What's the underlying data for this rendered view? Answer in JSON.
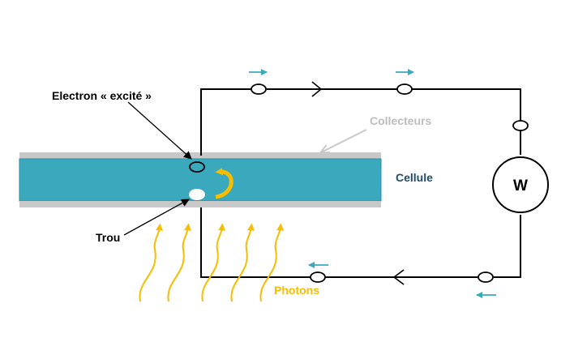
{
  "labels": {
    "electron": "Electron « excité »",
    "collectors": "Collecteurs",
    "cell": "Cellule",
    "hole": "Trou",
    "photons": "Photons",
    "meter": "W"
  },
  "colors": {
    "cell_fill": "#3aa9bd",
    "cell_stroke": "#2e8ea0",
    "collector": "#c8c8c8",
    "collector_label": "#bdbdbd",
    "cell_label": "#1f4e64",
    "photon": "#f6be00",
    "current_arrow": "#3aa9bd",
    "circuit": "#000000",
    "text": "#000000"
  }
}
